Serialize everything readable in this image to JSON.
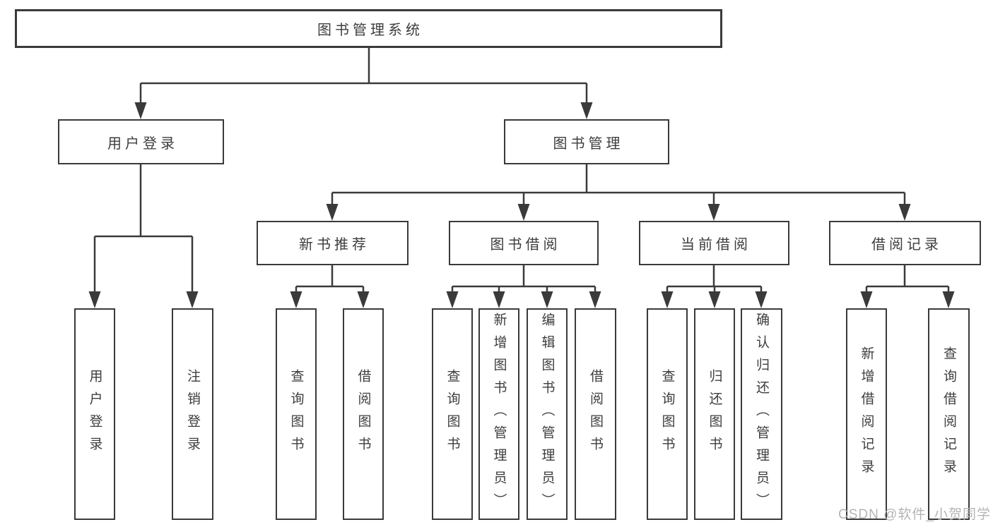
{
  "colors": {
    "line": "#3a3a3a",
    "text": "#3d3d3d",
    "watermark": "#b4b4b4",
    "boxbg": "#ffffff"
  },
  "watermark": "CSDN @软件_小贺同学",
  "tree": {
    "label": "图书管理系统",
    "children": [
      {
        "label": "用户登录",
        "children": [
          {
            "label": "用户登录"
          },
          {
            "label": "注销登录"
          }
        ]
      },
      {
        "label": "图书管理",
        "children": [
          {
            "label": "新书推荐",
            "children": [
              {
                "label": "查询图书"
              },
              {
                "label": "借阅图书"
              }
            ]
          },
          {
            "label": "图书借阅",
            "children": [
              {
                "label": "查询图书"
              },
              {
                "label": "新增图书（管理员）"
              },
              {
                "label": "编辑图书（管理员）"
              },
              {
                "label": "借阅图书"
              }
            ]
          },
          {
            "label": "当前借阅",
            "children": [
              {
                "label": "查询图书"
              },
              {
                "label": "归还图书"
              },
              {
                "label": "确认归还（管理员）"
              }
            ]
          },
          {
            "label": "借阅记录",
            "children": [
              {
                "label": "新增借阅记录"
              },
              {
                "label": "查询借阅记录"
              }
            ]
          }
        ]
      }
    ]
  }
}
